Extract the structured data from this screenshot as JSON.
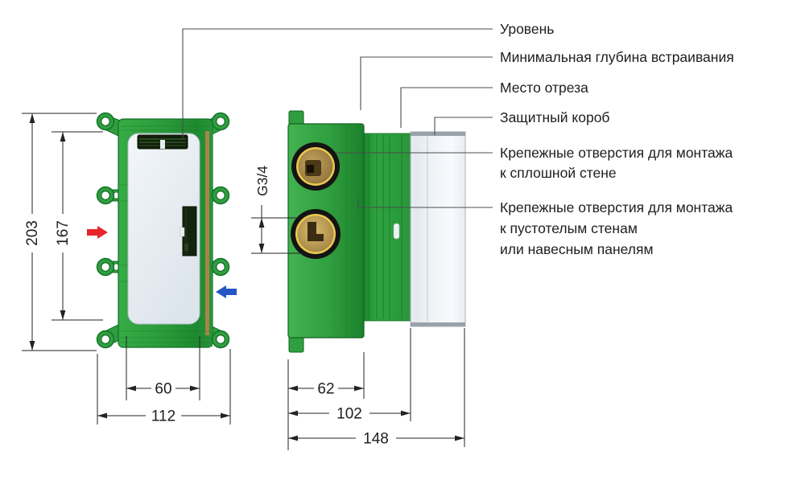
{
  "diagram_title": "concealed-valve-installation-drawing",
  "front_view": {
    "dims": {
      "height_outer": "203",
      "height_inner": "167",
      "width_inner": "60",
      "width_outer": "112"
    },
    "hot_inlet_color": "#e8252a",
    "cold_inlet_color": "#2356c5"
  },
  "side_view": {
    "thread": "G3/4",
    "dims": {
      "body_depth": "62",
      "min_depth": "102",
      "total_depth": "148"
    }
  },
  "callouts": [
    {
      "label": "Уровень"
    },
    {
      "label": "Минимальная глубина встраивания"
    },
    {
      "label": "Место отреза"
    },
    {
      "label": "Защитный короб"
    },
    {
      "lines": [
        "Крепежные отверстия для монтажа",
        "к сплошной стене"
      ]
    },
    {
      "lines": [
        "Крепежные отверстия для монтажа",
        "к пустотелым стенам",
        "или навесным панелям"
      ]
    }
  ],
  "colors": {
    "body_green": "#2f9e3e",
    "dark_green": "#157a28",
    "gold_ring": "#ecc94f",
    "brass": "#a9854a",
    "cover_white": "#e9eef3",
    "protective_box_grey": "#99a1a9",
    "line_black": "#232323",
    "leader_grey": "#4c4c4e",
    "hot_red": "#e8252a",
    "cold_blue": "#2356c5"
  }
}
